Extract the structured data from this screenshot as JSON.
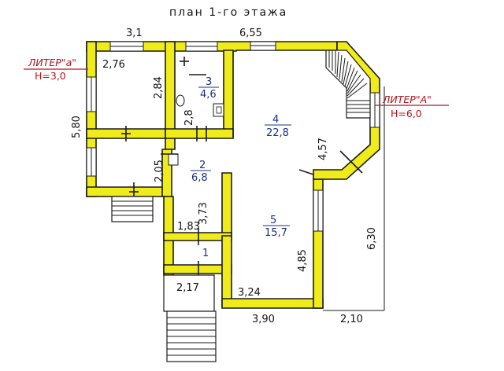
{
  "plan": {
    "title": "план 1-го этажа",
    "liter_left": {
      "name": "ЛИТЕР\"а\"",
      "height": "Н=3,0"
    },
    "liter_right": {
      "name": "ЛИТЕР\"А\"",
      "height": "Н=6,0"
    },
    "dimensions": {
      "top_left": "3,1",
      "top_right": "6,55",
      "room_a_width": "2,76",
      "room_a_height": "2,84",
      "left_total": "5,80",
      "bath_width": "2,8",
      "corridor_height": "2,05",
      "hall_length": "3,73",
      "vestibule_width": "1,83",
      "porch_width": "2,17",
      "room4_wall": "4,57",
      "room5_wall": "4,85",
      "right_total": "6,30",
      "bottom_inner": "3,24",
      "bottom_left": "3,90",
      "bottom_right": "2,10"
    },
    "rooms": [
      {
        "number": "1",
        "area": ""
      },
      {
        "number": "2",
        "area": "6,8"
      },
      {
        "number": "3",
        "area": "4,6"
      },
      {
        "number": "4",
        "area": "22,8"
      },
      {
        "number": "5",
        "area": "15,7"
      }
    ]
  }
}
